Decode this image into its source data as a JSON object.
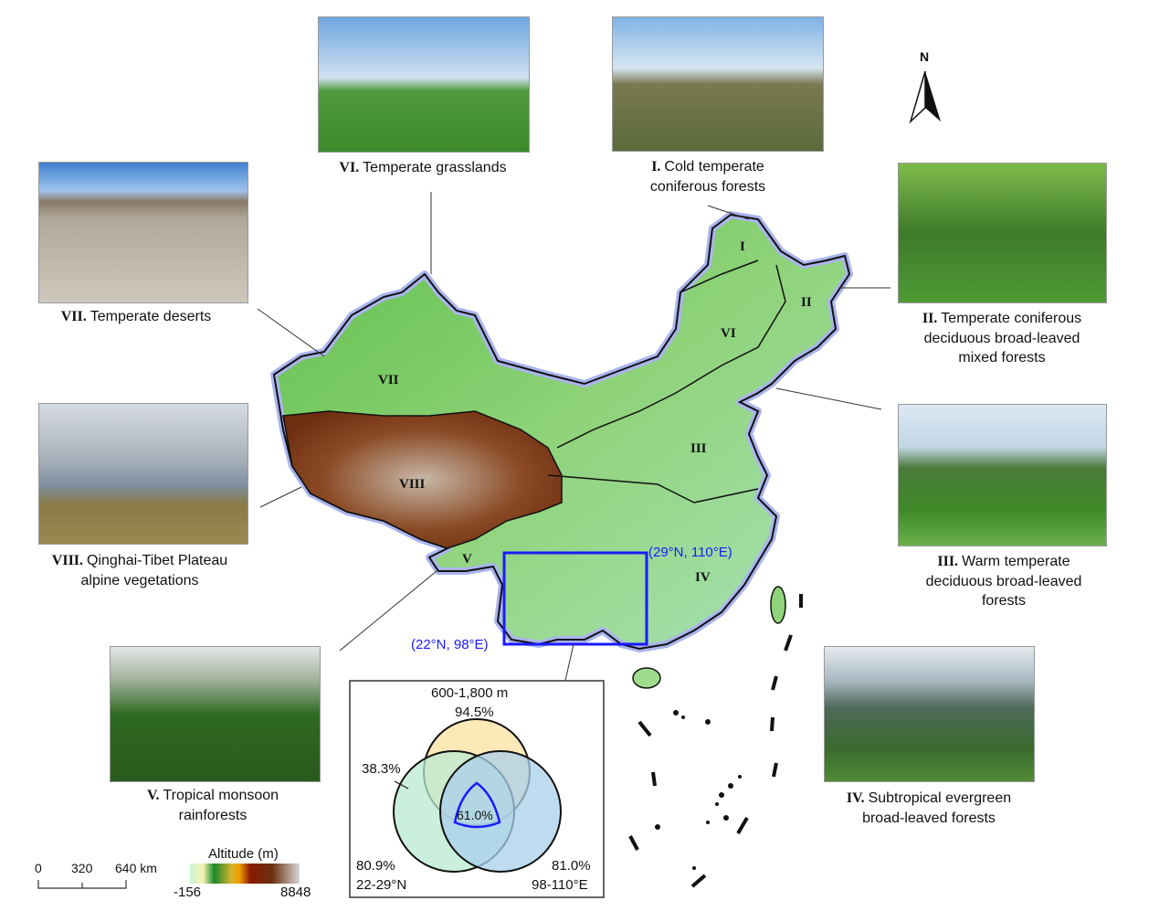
{
  "photos": [
    {
      "numeral": "VI.",
      "lines": [
        "Temperate grasslands"
      ]
    },
    {
      "numeral": "I.",
      "lines": [
        "Cold temperate",
        "coniferous forests"
      ]
    },
    {
      "numeral": "VII.",
      "lines": [
        "Temperate deserts"
      ]
    },
    {
      "numeral": "II.",
      "lines": [
        "Temperate coniferous",
        "deciduous broad-leaved",
        "mixed forests"
      ]
    },
    {
      "numeral": "VIII.",
      "lines": [
        "Qinghai-Tibet Plateau",
        "alpine vegetations"
      ]
    },
    {
      "numeral": "III.",
      "lines": [
        "Warm temperate",
        "deciduous broad-leaved",
        "forests"
      ]
    },
    {
      "numeral": "V.",
      "lines": [
        "Tropical monsoon",
        "rainforests"
      ]
    },
    {
      "numeral": "IV.",
      "lines": [
        "Subtropical evergreen",
        "broad-leaved forests"
      ]
    }
  ],
  "map": {
    "north": "N",
    "regions": [
      "I",
      "II",
      "III",
      "IV",
      "V",
      "VI",
      "VII",
      "VIII"
    ],
    "box_ne": "(29°N, 110°E)",
    "box_sw": "(22°N, 98°E)"
  },
  "scale": {
    "ticks": [
      "0",
      "320",
      "640 km"
    ]
  },
  "altitude": {
    "title": "Altitude (m)",
    "min": "-156",
    "max": "8848"
  },
  "venn": {
    "top_title": "600-1,800 m",
    "top_value": "94.5%",
    "pair_label": "38.3%",
    "center": "61.0%",
    "left_value": "80.9%",
    "left_title": "22-29°N",
    "right_value": "81.0%",
    "right_title": "98-110°E"
  },
  "colors": {
    "box": "#1a1aff",
    "venn_top": "#fde7b0",
    "venn_left": "#b9e9d2",
    "venn_right": "#a9cfeb"
  }
}
